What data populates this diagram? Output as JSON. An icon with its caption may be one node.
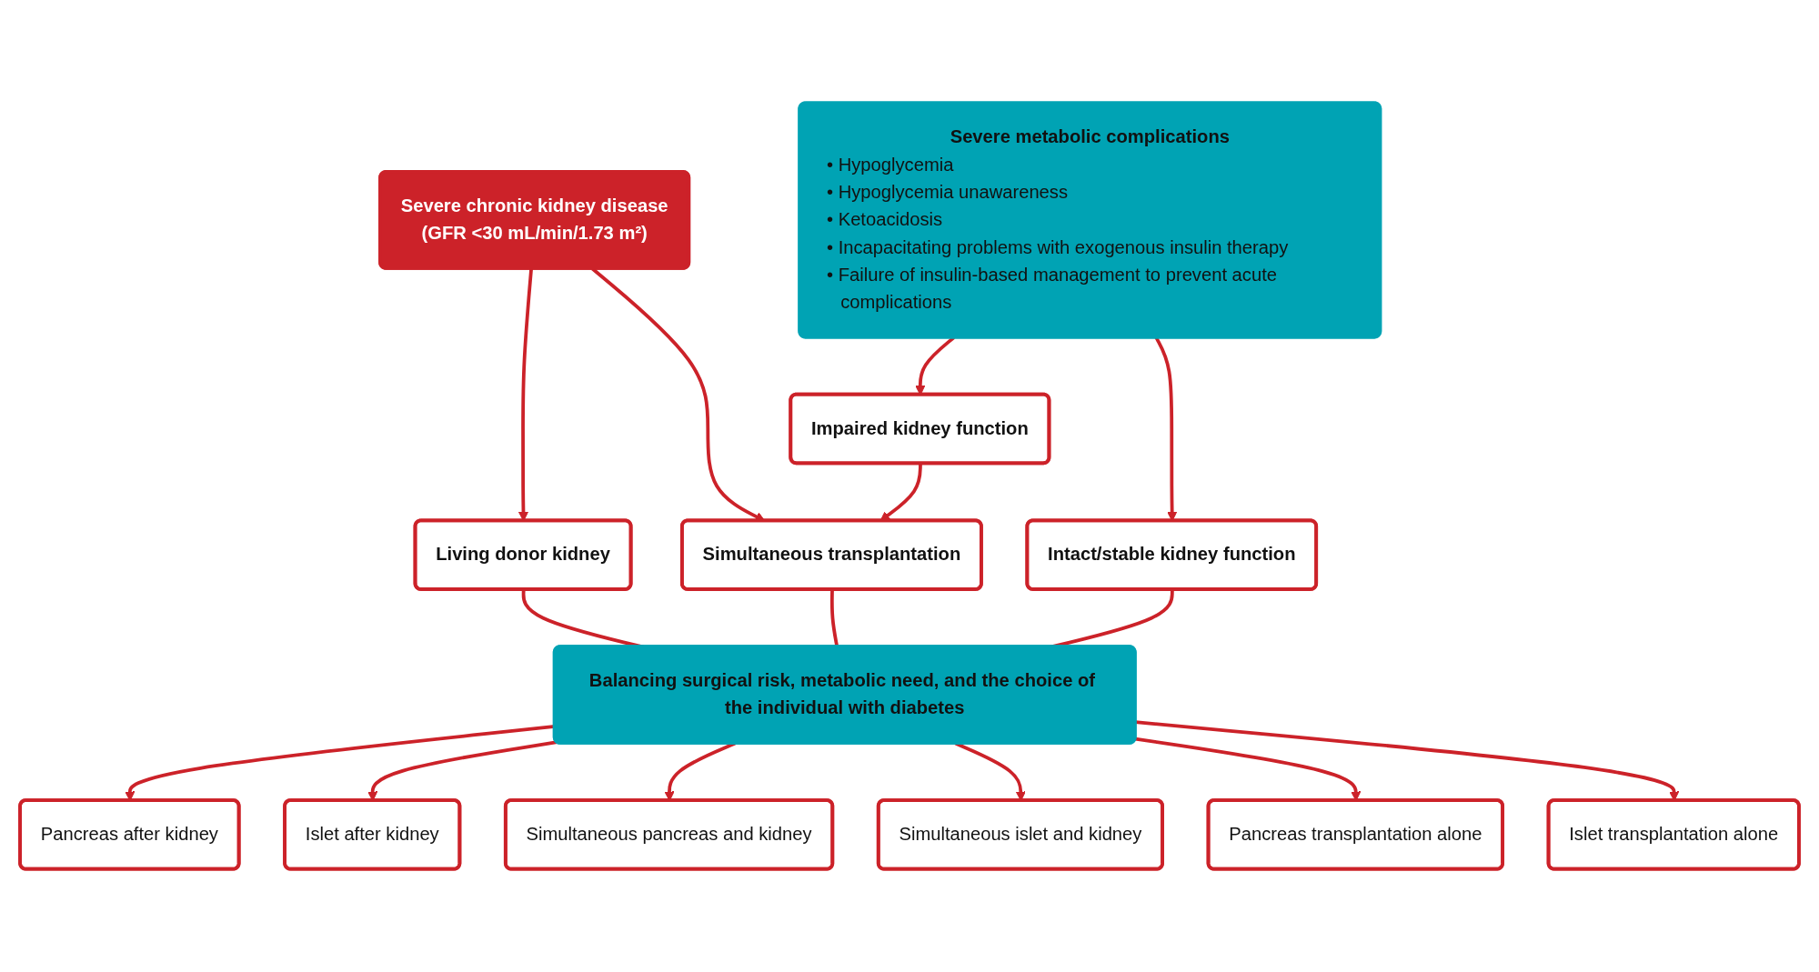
{
  "diagram": {
    "nodes": [
      {
        "text": [
          "Severe chronic kidney disease",
          "(GFR <30 mL/min/1.73 m²)"
        ]
      },
      {
        "text": [
          "Severe metabolic complications",
          "• Hypoglycemia",
          "• Hypoglycemia unawareness",
          "• Ketoacidosis",
          "• Incapacitating problems with exogenous insulin therapy",
          "• Failure of insulin-based management to prevent acute complications"
        ]
      },
      {
        "text": [
          "Impaired kidney function"
        ]
      },
      {
        "text": [
          "Intact/stable kidney function"
        ]
      },
      {
        "text": [
          "Living donor kidney"
        ]
      },
      {
        "text": [
          "Simultaneous transplantation"
        ]
      },
      {
        "text": [
          "Balancing surgical risk, metabolic need, and the choice of the individual with diabetes"
        ]
      },
      {
        "text": [
          "Pancreas after kidney"
        ]
      },
      {
        "text": [
          "Islet after kidney"
        ]
      },
      {
        "text": [
          "Simultaneous pancreas and kidney"
        ]
      },
      {
        "text": [
          "Simultaneous islet and kidney"
        ]
      },
      {
        "text": [
          "Pancreas transplantation alone"
        ]
      },
      {
        "text": [
          "Islet transplantation alone"
        ]
      }
    ],
    "edges": [
      {
        "from": 0,
        "to": 4,
        "arrow": "to"
      },
      {
        "from": 0,
        "to": 5,
        "arrow": "to"
      },
      {
        "from": 1,
        "to": 2,
        "arrow": "to"
      },
      {
        "from": 1,
        "to": 3,
        "arrow": "to"
      },
      {
        "from": 2,
        "to": 5,
        "arrow": "to"
      },
      {
        "from": 4,
        "to": 6,
        "arrow": "none"
      },
      {
        "from": 5,
        "to": 6,
        "arrow": "none"
      },
      {
        "from": 3,
        "to": 6,
        "arrow": "none"
      },
      {
        "from": 6,
        "to": 7,
        "arrow": "to"
      },
      {
        "from": 6,
        "to": 8,
        "arrow": "to"
      },
      {
        "from": 6,
        "to": 9,
        "arrow": "to"
      },
      {
        "from": 6,
        "to": 10,
        "arrow": "to"
      },
      {
        "from": 6,
        "to": 11,
        "arrow": "to"
      },
      {
        "from": 6,
        "to": 12,
        "arrow": "to"
      }
    ]
  }
}
